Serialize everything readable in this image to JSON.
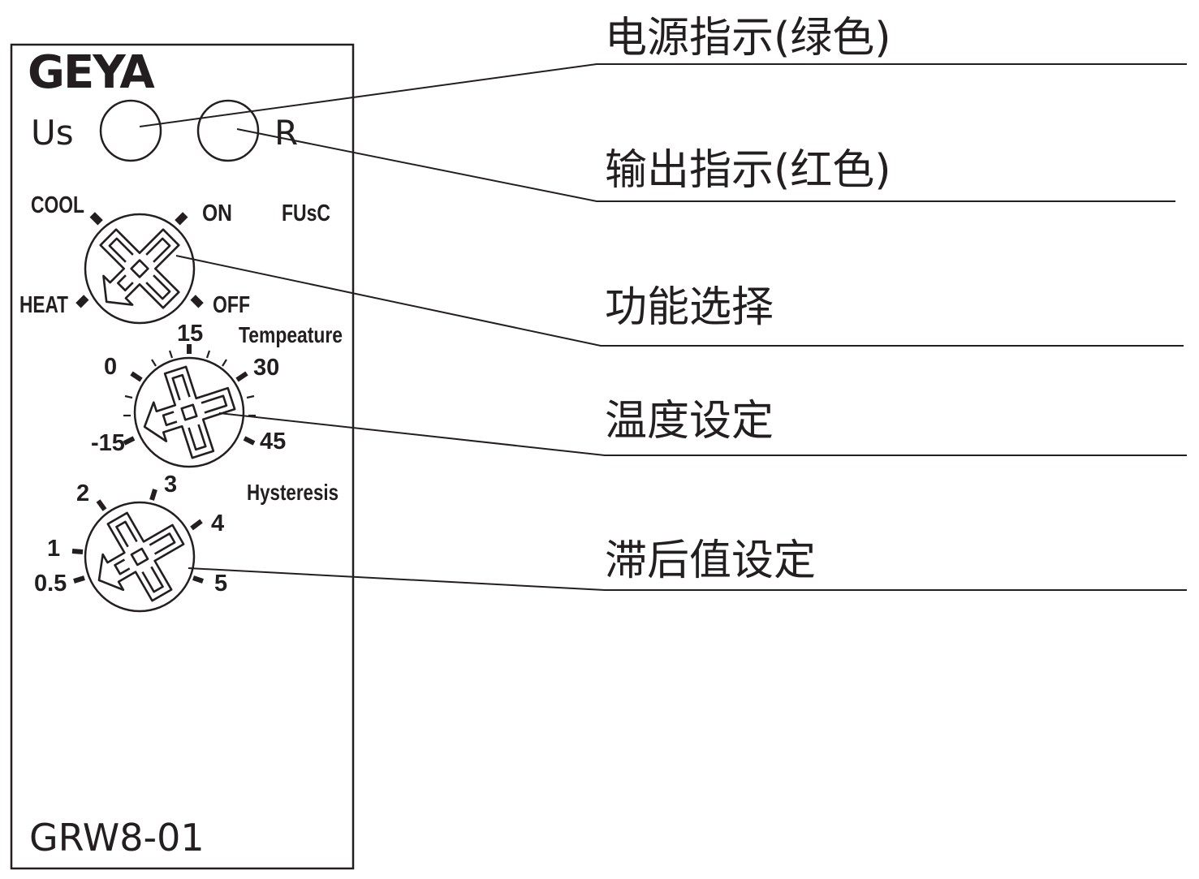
{
  "panel": {
    "brand": "GEYA",
    "model": "GRW8-01",
    "led_power_label": "Us",
    "led_relay_label": "R"
  },
  "function_knob": {
    "labels": {
      "cool": "COOL",
      "on": "ON",
      "fusc": "FUsC",
      "heat": "HEAT",
      "off": "OFF"
    }
  },
  "temperature_knob": {
    "title": "Tempeature",
    "scale": [
      "-15",
      "0",
      "15",
      "30",
      "45"
    ]
  },
  "hysteresis_knob": {
    "title": "Hysteresis",
    "scale": [
      "0.5",
      "1",
      "2",
      "3",
      "4",
      "5"
    ]
  },
  "callouts": [
    "电源指示(绿色)",
    "输出指示(红色)",
    "功能选择",
    "温度设定",
    "滞后值设定"
  ],
  "colors": {
    "ink": "#231f20",
    "background": "#ffffff"
  }
}
